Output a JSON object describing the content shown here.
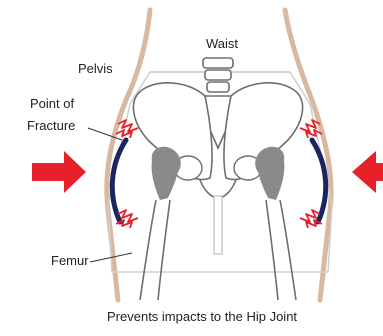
{
  "labels": {
    "waist": "Waist",
    "pelvis": "Pelvis",
    "fracture_line1": "Point of",
    "fracture_line2": "Fracture",
    "femur": "Femur",
    "caption": "Prevents impacts to the Hip Joint"
  },
  "colors": {
    "skin": "#d9b8a0",
    "bone_outline": "#6e6e6e",
    "bone_fill": "#ffffff",
    "joint": "#8a8a8a",
    "pad": "#1a2660",
    "impact": "#e8202a",
    "outline": "#cfcfcf"
  },
  "icons": [
    "impact-arrow-left-icon",
    "impact-arrow-right-icon",
    "impact-spark-icon"
  ]
}
